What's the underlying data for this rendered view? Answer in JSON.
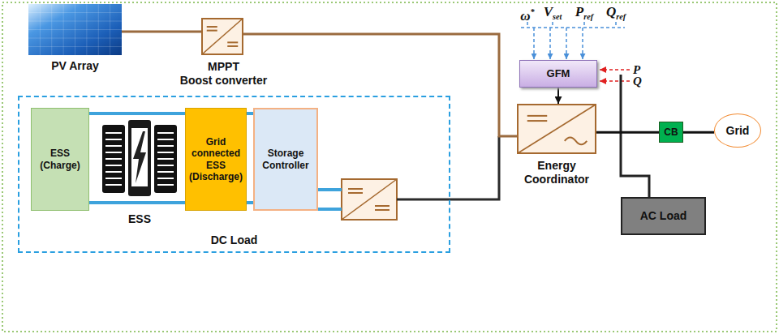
{
  "diagram": {
    "nodes": [
      {
        "text": [
          "PV Array"
        ]
      },
      {
        "text": [
          "MPPT",
          "Boost converter"
        ]
      },
      {
        "text": [
          "GFM"
        ]
      },
      {
        "text": [
          "Energy Coordinator"
        ]
      },
      {
        "text": [
          "CB"
        ]
      },
      {
        "text": [
          "Grid"
        ]
      },
      {
        "text": [
          "AC Load"
        ]
      },
      {
        "text": [
          "DC Load"
        ]
      },
      {
        "text": [
          "ESS (Charge)"
        ],
        "in": 7
      },
      {
        "text": [
          "ESS"
        ],
        "in": 7
      },
      {
        "text": [
          "Grid connected ESS (Discharge)"
        ],
        "in": 7
      },
      {
        "text": [
          "Storage Controller"
        ],
        "in": 7
      }
    ],
    "edges": [
      {
        "from": 0,
        "to": 1,
        "arrow": "none"
      },
      {
        "from": 1,
        "to": 3,
        "arrow": "none"
      },
      {
        "from": 2,
        "to": 3,
        "arrow": "to"
      },
      {
        "from": 3,
        "to": 4,
        "arrow": "none"
      },
      {
        "from": 4,
        "to": 5,
        "arrow": "none"
      },
      {
        "from": 8,
        "to": 9,
        "arrow": "none"
      },
      {
        "from": 9,
        "to": 10,
        "arrow": "none"
      },
      {
        "from": 10,
        "to": 11,
        "arrow": "none"
      }
    ],
    "labels": [
      "ω*",
      "Vset",
      "Pref",
      "Qref",
      "P",
      "Q"
    ]
  }
}
